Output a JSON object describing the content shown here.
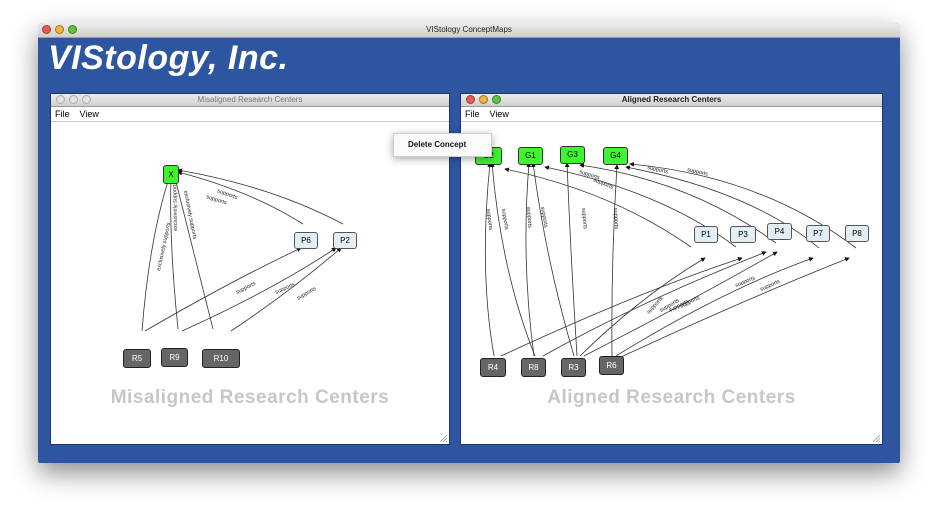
{
  "app": {
    "window_title": "VIStology ConceptMaps",
    "brand": "VIStology, Inc."
  },
  "edge_labels": {
    "supports": "supports",
    "exclusively_supports": "exclusively supports"
  },
  "context_menu": {
    "items": [
      "Delete Concept"
    ]
  },
  "windows": [
    {
      "title": "Misaligned Research Centers",
      "menu": [
        "File",
        "View"
      ],
      "watermark": "Misaligned Research Centers",
      "nodes": {
        "x": "X",
        "p6": "P6",
        "p2": "P2",
        "r5": "R5",
        "r9": "R9",
        "r10": "R10"
      }
    },
    {
      "title": "Aligned Research Centers",
      "menu": [
        "File",
        "View"
      ],
      "watermark": "Aligned Research Centers",
      "nodes": {
        "g2": "G2",
        "g1": "G1",
        "g3": "G3",
        "g4": "G4",
        "p1": "P1",
        "p3": "P3",
        "p4": "P4",
        "p7": "P7",
        "p8": "P8",
        "r4": "R4",
        "r8": "R8",
        "r3": "R3",
        "r6": "R6"
      }
    }
  ],
  "colors": {
    "desktop_blue": "#2d55a0",
    "goal_green": "#3ef52f",
    "project_fill": "#e2eef3",
    "center_gray": "#666666",
    "watermark_gray": "#c7c7c7"
  }
}
